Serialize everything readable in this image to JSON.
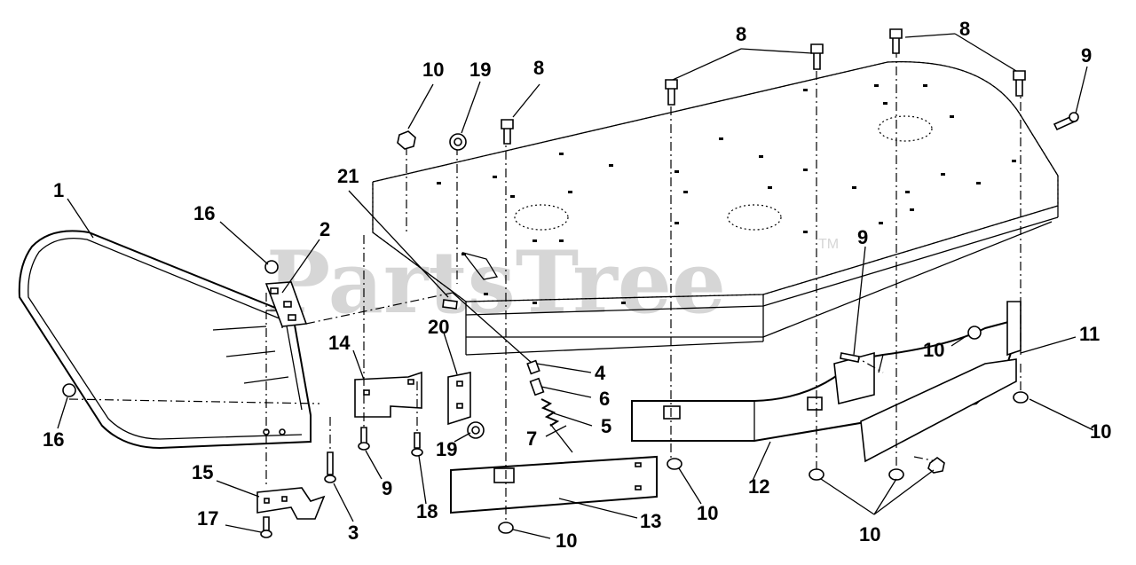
{
  "watermark": {
    "text": "PartsTree",
    "trademark": "TM"
  },
  "labels": [
    {
      "id": "lbl-1",
      "text": "1"
    },
    {
      "id": "lbl-2",
      "text": "2"
    },
    {
      "id": "lbl-3",
      "text": "3"
    },
    {
      "id": "lbl-4",
      "text": "4"
    },
    {
      "id": "lbl-5",
      "text": "5"
    },
    {
      "id": "lbl-6",
      "text": "6"
    },
    {
      "id": "lbl-7",
      "text": "7"
    },
    {
      "id": "lbl-8a",
      "text": "8"
    },
    {
      "id": "lbl-8b",
      "text": "8"
    },
    {
      "id": "lbl-8c",
      "text": "8"
    },
    {
      "id": "lbl-9a",
      "text": "9"
    },
    {
      "id": "lbl-9b",
      "text": "9"
    },
    {
      "id": "lbl-9c",
      "text": "9"
    },
    {
      "id": "lbl-10a",
      "text": "10"
    },
    {
      "id": "lbl-10b",
      "text": "10"
    },
    {
      "id": "lbl-10c",
      "text": "10"
    },
    {
      "id": "lbl-10d",
      "text": "10"
    },
    {
      "id": "lbl-10e",
      "text": "10"
    },
    {
      "id": "lbl-10f",
      "text": "10"
    },
    {
      "id": "lbl-11",
      "text": "11"
    },
    {
      "id": "lbl-12",
      "text": "12"
    },
    {
      "id": "lbl-13",
      "text": "13"
    },
    {
      "id": "lbl-14",
      "text": "14"
    },
    {
      "id": "lbl-15",
      "text": "15"
    },
    {
      "id": "lbl-16a",
      "text": "16"
    },
    {
      "id": "lbl-16b",
      "text": "16"
    },
    {
      "id": "lbl-17",
      "text": "17"
    },
    {
      "id": "lbl-18",
      "text": "18"
    },
    {
      "id": "lbl-19a",
      "text": "19"
    },
    {
      "id": "lbl-19b",
      "text": "19"
    },
    {
      "id": "lbl-20",
      "text": "20"
    },
    {
      "id": "lbl-21",
      "text": "21"
    }
  ]
}
